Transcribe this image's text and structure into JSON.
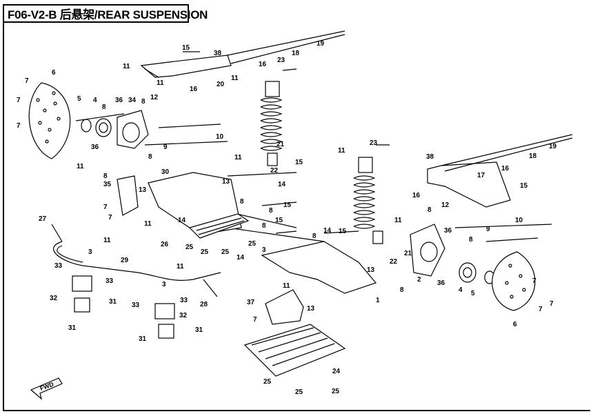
{
  "header": {
    "title": "F06-V2-B 后悬架/REAR SUSPENSION"
  },
  "direction_label": "FWD",
  "callouts": [
    "1",
    "2",
    "3",
    "4",
    "5",
    "6",
    "7",
    "8",
    "9",
    "10",
    "11",
    "12",
    "13",
    "14",
    "15",
    "16",
    "17",
    "18",
    "19",
    "20",
    "21",
    "22",
    "23",
    "24",
    "25",
    "26",
    "27",
    "28",
    "29",
    "30",
    "31",
    "32",
    "33",
    "34",
    "35",
    "36",
    "37",
    "38"
  ]
}
